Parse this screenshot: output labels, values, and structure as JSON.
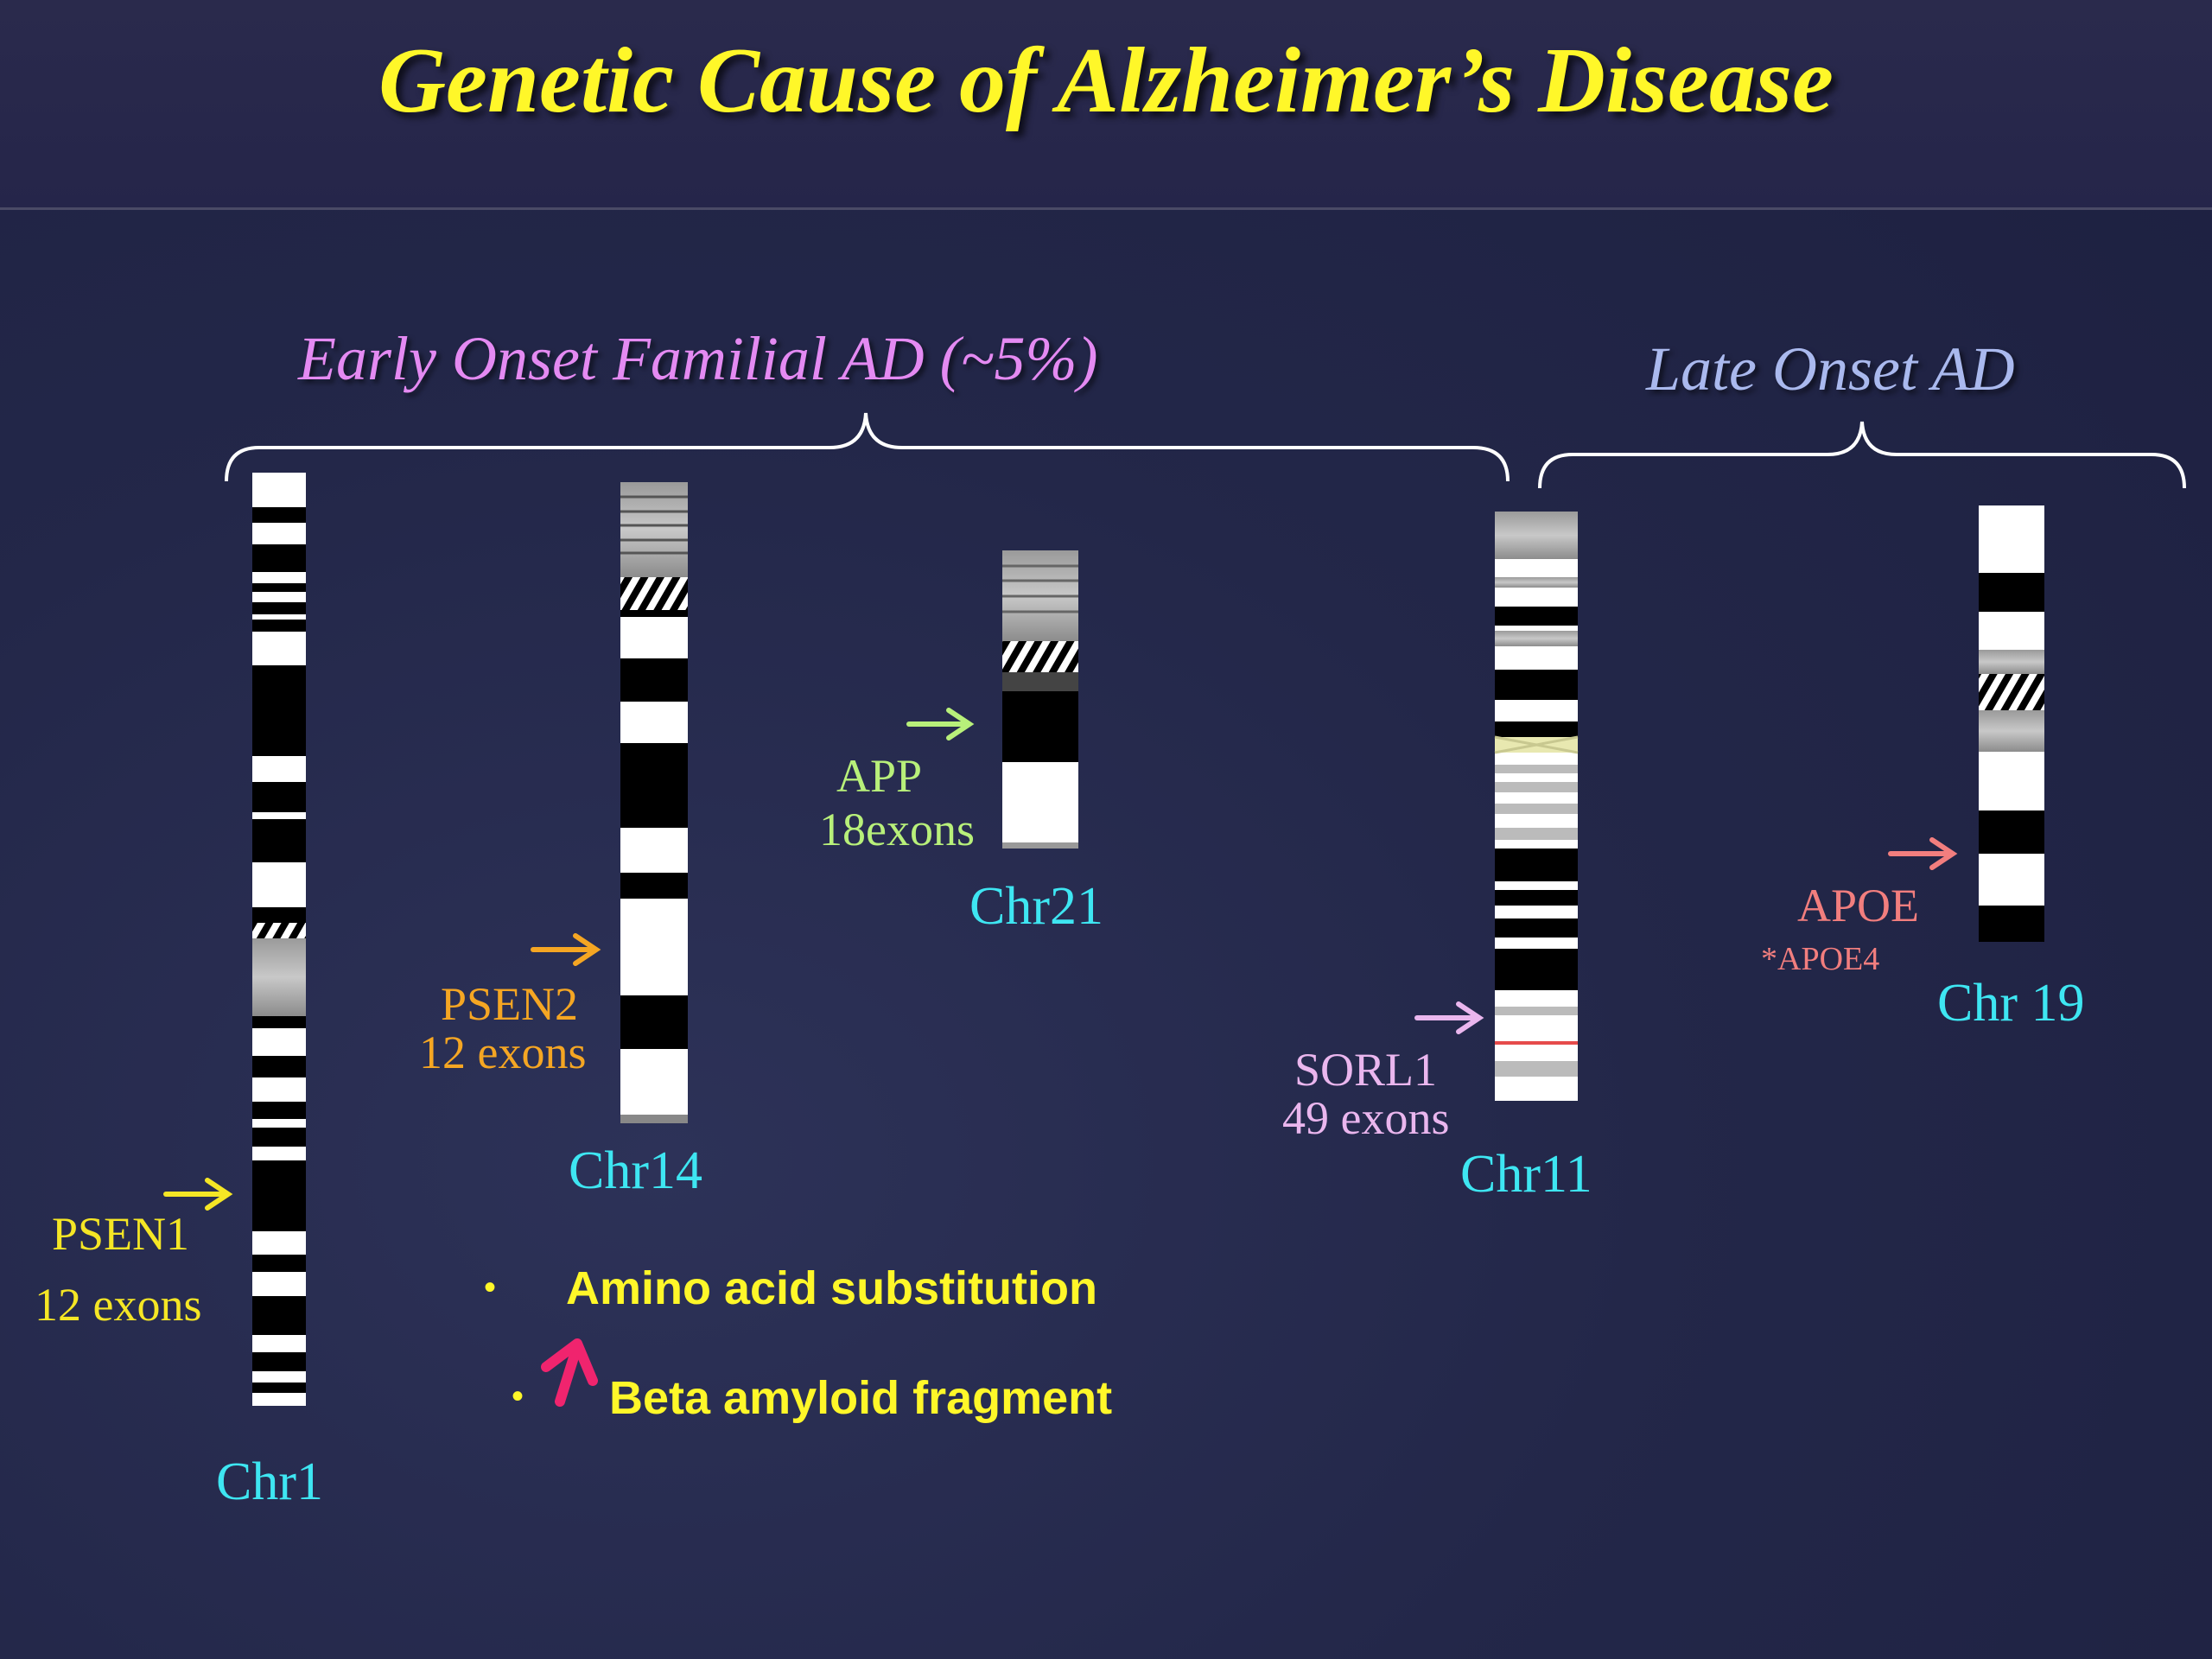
{
  "title": "Genetic Cause of Alzheimer’s Disease",
  "groups": {
    "early": "Early Onset Familial AD (~5%)",
    "late": "Late Onset AD"
  },
  "chromosomes": {
    "chr1": {
      "label": "Chr1",
      "gene": "PSEN1",
      "detail": "12 exons"
    },
    "chr14": {
      "label": "Chr14",
      "gene": "PSEN2",
      "detail": "12 exons"
    },
    "chr21": {
      "label": "Chr21",
      "gene": "APP",
      "detail": "18exons"
    },
    "chr11": {
      "label": "Chr11",
      "gene": "SORL1",
      "detail": "49 exons"
    },
    "chr19": {
      "label": "Chr 19",
      "gene": "APOE",
      "detail": "*APOE4"
    }
  },
  "bullets": [
    "Amino acid substitution",
    "Beta amyloid fragment"
  ],
  "colors": {
    "title": "#fff729",
    "early_group": "#e48af2",
    "late_group": "#aab9ee",
    "chr_label": "#3ee6f2",
    "psen1": "#f5e625",
    "psen2": "#f5a623",
    "app": "#b8f07a",
    "sorl1": "#eab6ee",
    "apoe": "#f27e7e",
    "up_arrow": "#f0246e"
  }
}
